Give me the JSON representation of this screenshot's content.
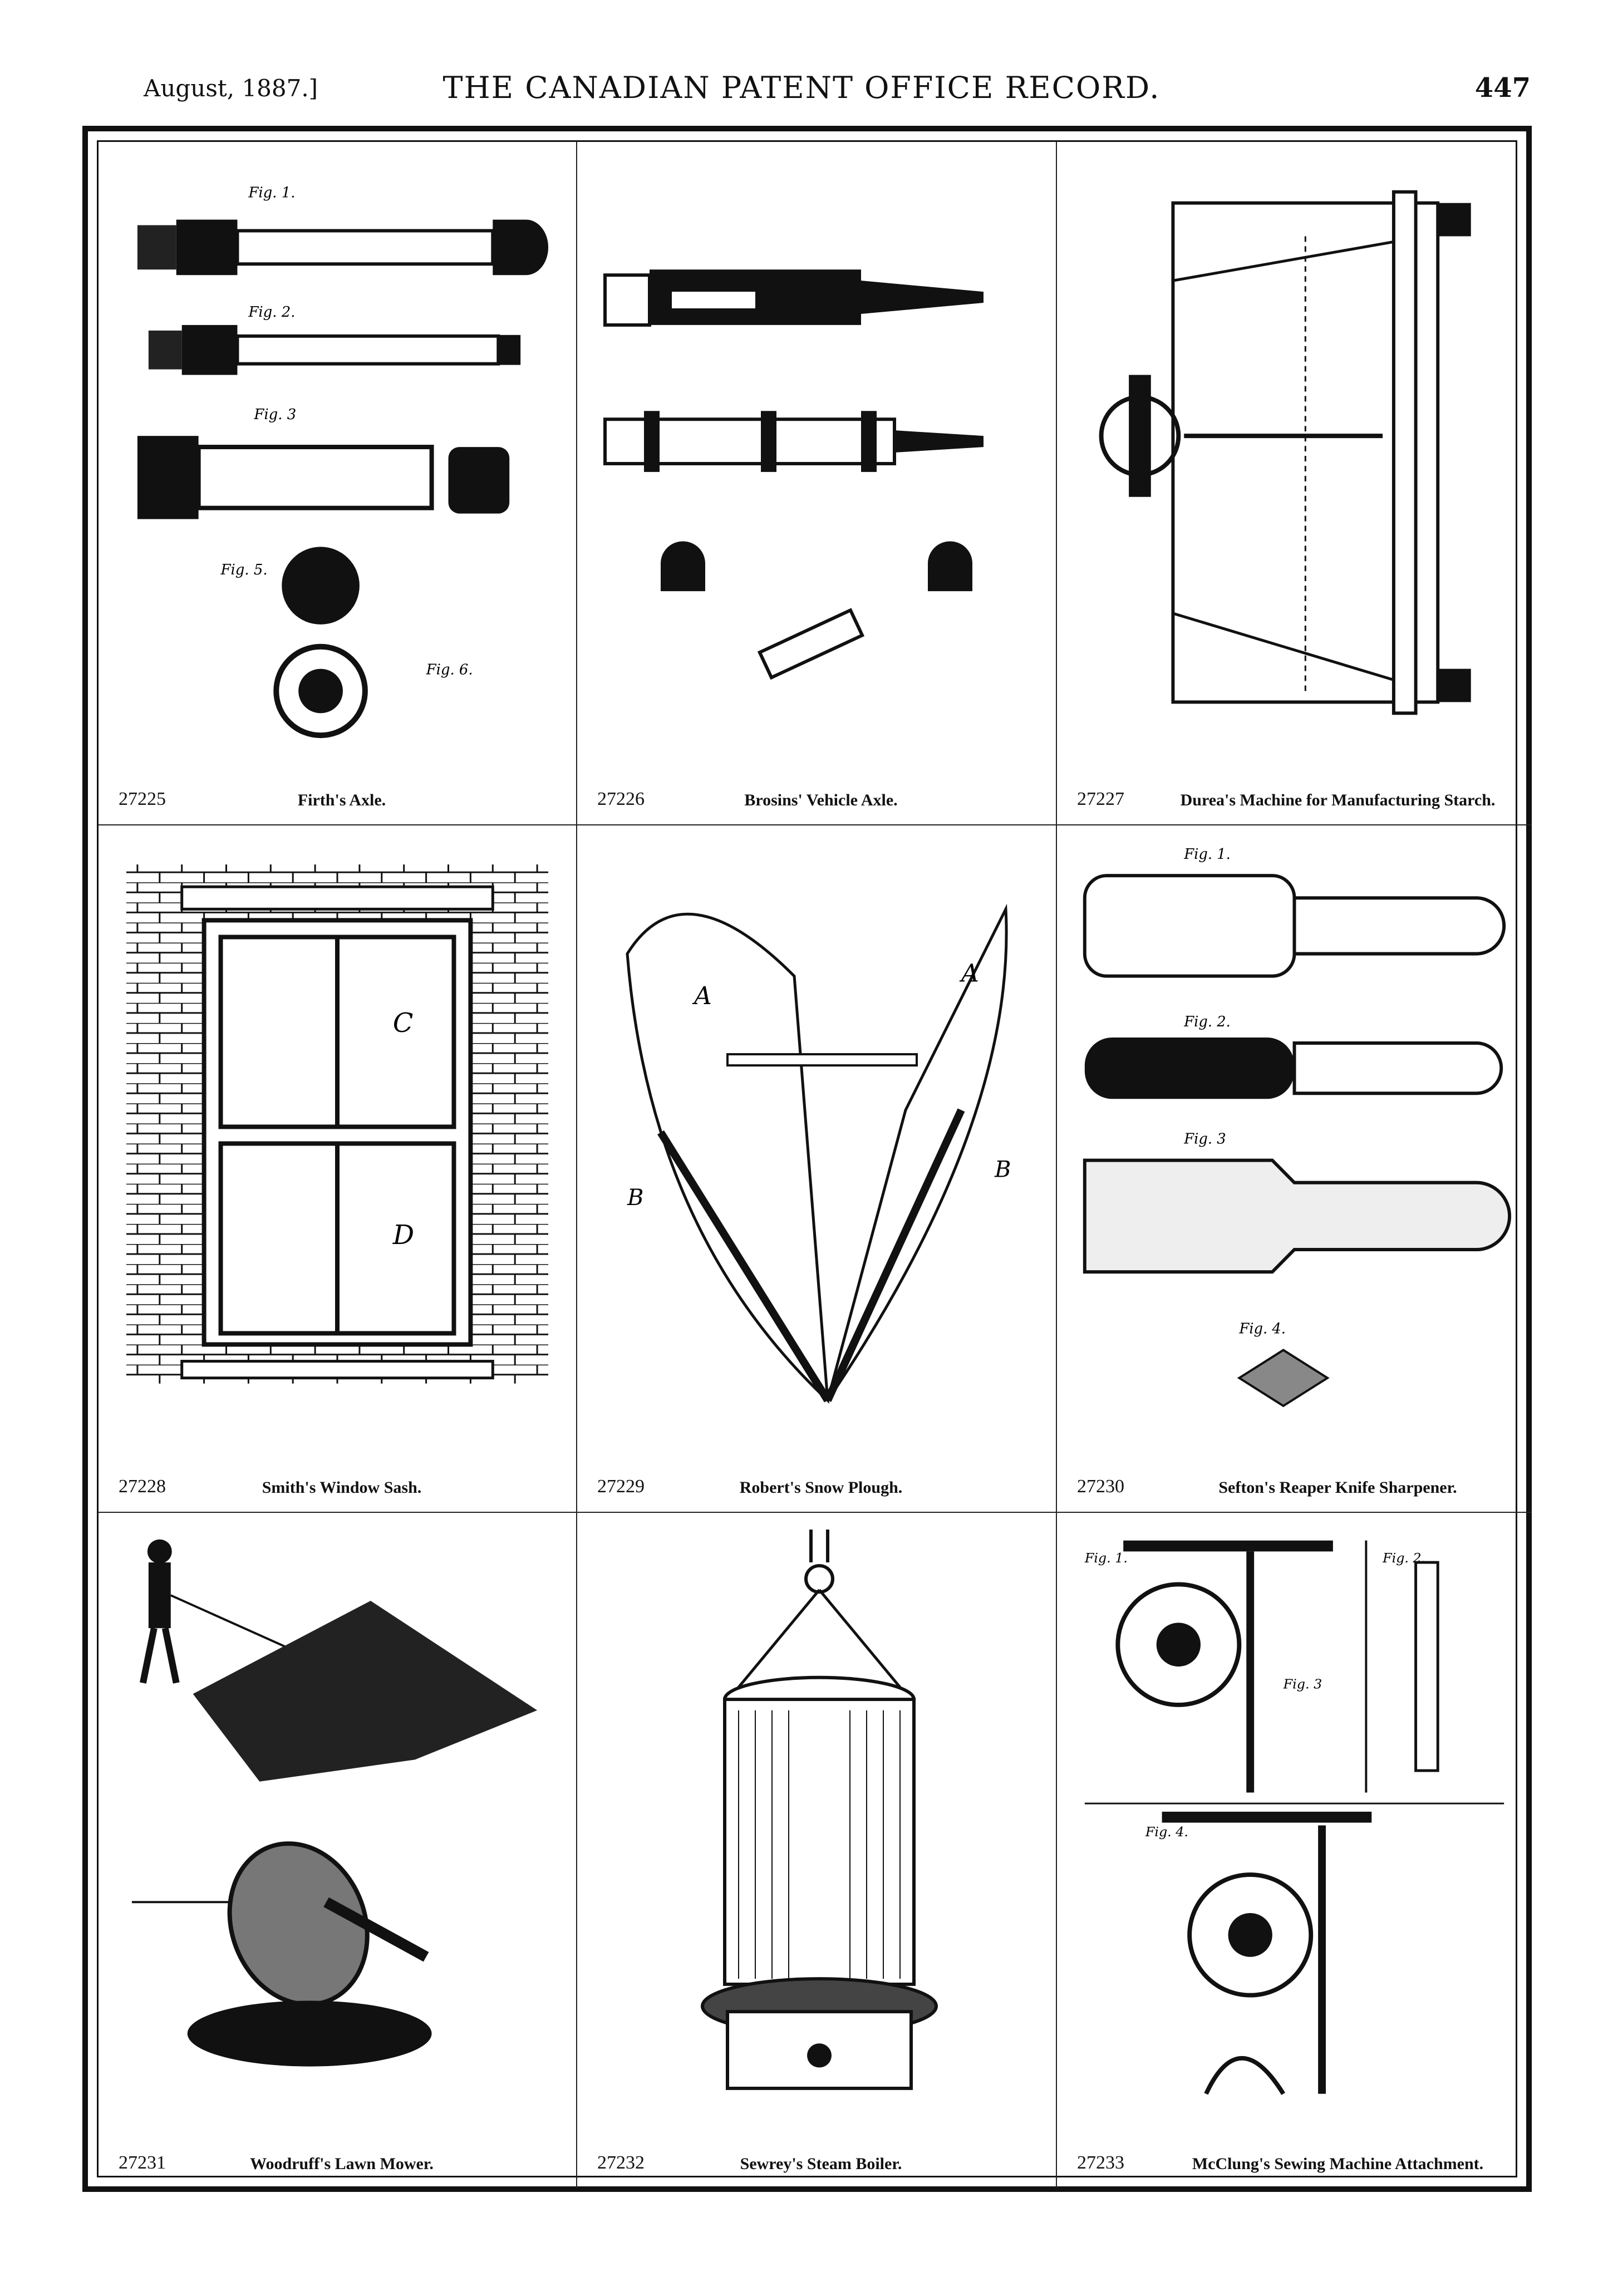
{
  "header": {
    "date": "August, 1887.]",
    "title": "THE CANADIAN PATENT OFFICE RECORD.",
    "page_number": "447"
  },
  "patents": [
    {
      "number": "27225",
      "title": "Firth's Axle."
    },
    {
      "number": "27226",
      "title": "Brosins' Vehicle Axle."
    },
    {
      "number": "27227",
      "title": "Durea's Machine for Manufacturing Starch."
    },
    {
      "number": "27228",
      "title": "Smith's Window Sash."
    },
    {
      "number": "27229",
      "title": "Robert's Snow Plough."
    },
    {
      "number": "27230",
      "title": "Sefton's Reaper Knife Sharpener."
    },
    {
      "number": "27231",
      "title": "Woodruff's Lawn Mower."
    },
    {
      "number": "27232",
      "title": "Sewrey's Steam Boiler."
    },
    {
      "number": "27233",
      "title": "McClung's Sewing Machine Attachment."
    }
  ],
  "figure_labels": {
    "fig_1": "Fig. 1.",
    "fig_2": "Fig. 2.",
    "fig_3": "Fig. 3",
    "fig_4": "Fig. 4."
  }
}
